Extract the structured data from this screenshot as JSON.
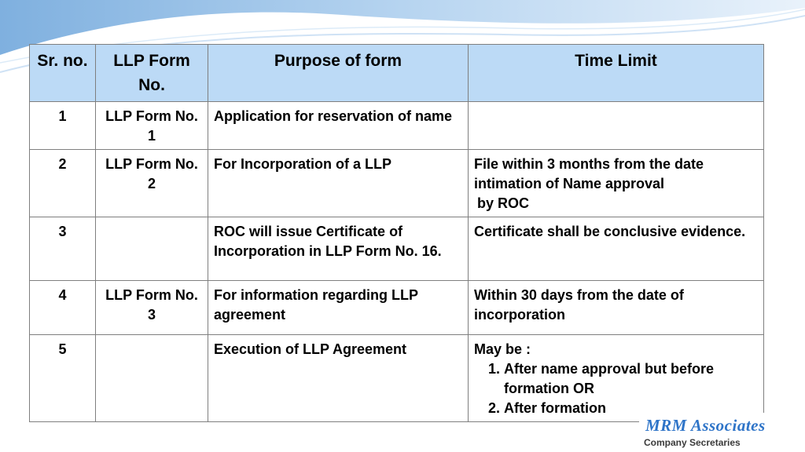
{
  "table": {
    "headers": {
      "sr": "Sr. no.",
      "form": "LLP Form No.",
      "purpose": "Purpose of form",
      "time": "Time Limit"
    },
    "rows": [
      {
        "sr": "1",
        "form": "LLP Form No. 1",
        "purpose": "Application for reservation of name",
        "time": ""
      },
      {
        "sr": "2",
        "form": "LLP Form No. 2",
        "purpose": "For Incorporation of  a LLP",
        "time_l1": "File within 3 months from the date",
        "time_l2": "intimation of Name  approval",
        "time_l3": "by ROC"
      },
      {
        "sr": "3",
        "form": "",
        "purpose": "ROC will issue Certificate of Incorporation in LLP Form No. 16.",
        "time": "Certificate shall be conclusive evidence."
      },
      {
        "sr": "4",
        "form": "LLP Form No. 3",
        "purpose": "For information regarding LLP agreement",
        "time": "Within 30 days from the date of incorporation"
      },
      {
        "sr": "5",
        "form": "",
        "purpose": "Execution of LLP Agreement",
        "time_intro": "May be :",
        "time_items": [
          "After name approval but before formation OR",
          "After formation"
        ]
      }
    ]
  },
  "logo": {
    "name": "MRM Associates",
    "subtitle": "Company Secretaries"
  },
  "colors": {
    "header_bg": "#bcdaf6",
    "swoosh": "#9fc4e8",
    "logo_blue": "#2e74c8"
  }
}
